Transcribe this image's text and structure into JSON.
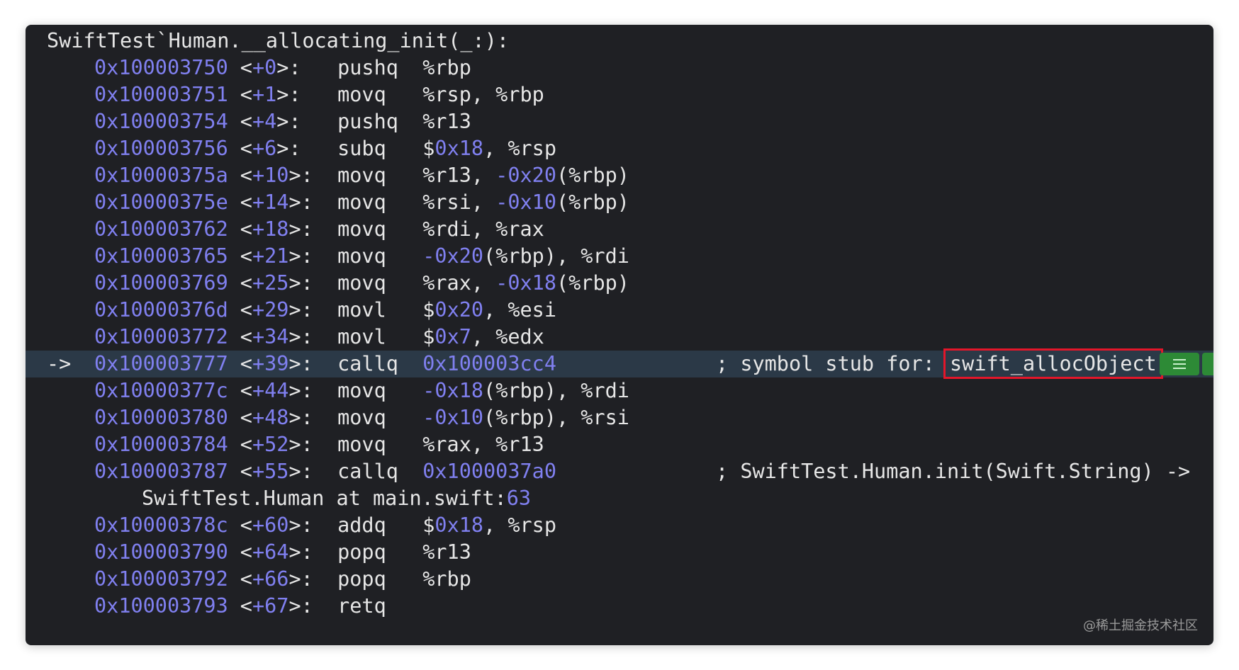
{
  "function_header": "SwiftTest`Human.__allocating_init(_:):",
  "current_marker": "->",
  "lines": [
    {
      "addr": "0x100003750",
      "offset": "+0",
      "mnemonic": "pushq",
      "operands": "%rbp"
    },
    {
      "addr": "0x100003751",
      "offset": "+1",
      "mnemonic": "movq",
      "operands": "%rsp, %rbp"
    },
    {
      "addr": "0x100003754",
      "offset": "+4",
      "mnemonic": "pushq",
      "operands": "%r13"
    },
    {
      "addr": "0x100003756",
      "offset": "+6",
      "mnemonic": "subq",
      "operands": "$0x18, %rsp"
    },
    {
      "addr": "0x10000375a",
      "offset": "+10",
      "mnemonic": "movq",
      "operands": "%r13, -0x20(%rbp)"
    },
    {
      "addr": "0x10000375e",
      "offset": "+14",
      "mnemonic": "movq",
      "operands": "%rsi, -0x10(%rbp)"
    },
    {
      "addr": "0x100003762",
      "offset": "+18",
      "mnemonic": "movq",
      "operands": "%rdi, %rax"
    },
    {
      "addr": "0x100003765",
      "offset": "+21",
      "mnemonic": "movq",
      "operands": "-0x20(%rbp), %rdi"
    },
    {
      "addr": "0x100003769",
      "offset": "+25",
      "mnemonic": "movq",
      "operands": "%rax, -0x18(%rbp)"
    },
    {
      "addr": "0x10000376d",
      "offset": "+29",
      "mnemonic": "movl",
      "operands": "$0x20, %esi"
    },
    {
      "addr": "0x100003772",
      "offset": "+34",
      "mnemonic": "movl",
      "operands": "$0x7, %edx"
    },
    {
      "addr": "0x100003777",
      "offset": "+39",
      "mnemonic": "callq",
      "operands": "0x100003cc4",
      "current": true,
      "comment_prefix": "; symbol stub for: ",
      "comment_symbol": "swift_allocObject"
    },
    {
      "addr": "0x10000377c",
      "offset": "+44",
      "mnemonic": "movq",
      "operands": "-0x18(%rbp), %rdi"
    },
    {
      "addr": "0x100003780",
      "offset": "+48",
      "mnemonic": "movq",
      "operands": "-0x10(%rbp), %rsi"
    },
    {
      "addr": "0x100003784",
      "offset": "+52",
      "mnemonic": "movq",
      "operands": "%rax, %r13"
    },
    {
      "addr": "0x100003787",
      "offset": "+55",
      "mnemonic": "callq",
      "operands": "0x1000037a0",
      "comment_prefix": "; SwiftTest.Human.init(Swift.String) ->",
      "comment_symbol": "",
      "continuation": "SwiftTest.Human at main.swift:",
      "continuation_line": "63"
    },
    {
      "addr": "0x10000378c",
      "offset": "+60",
      "mnemonic": "addq",
      "operands": "$0x18, %rsp"
    },
    {
      "addr": "0x100003790",
      "offset": "+64",
      "mnemonic": "popq",
      "operands": "%r13"
    },
    {
      "addr": "0x100003792",
      "offset": "+66",
      "mnemonic": "popq",
      "operands": "%rbp"
    },
    {
      "addr": "0x100003793",
      "offset": "+67",
      "mnemonic": "retq",
      "operands": ""
    }
  ],
  "watermark": "@稀土掘金技术社区",
  "colors": {
    "background": "#1f2024",
    "text": "#e6e6e6",
    "number": "#8080f0",
    "current_line": "#2b3947",
    "highlight_box": "#e3162a",
    "gutter_button": "#2d8a36"
  },
  "icons": {
    "gutter_button": "hamburger-icon"
  }
}
